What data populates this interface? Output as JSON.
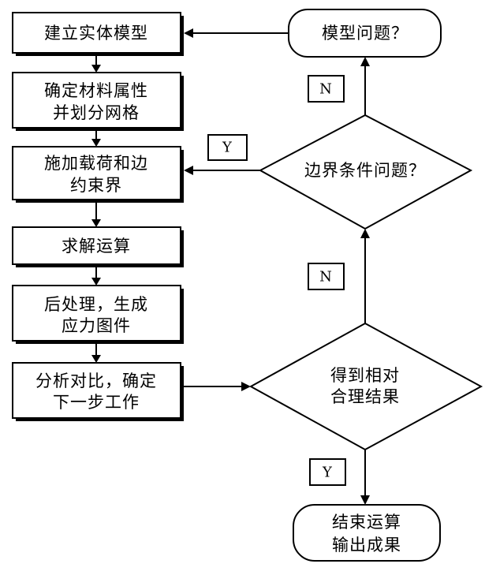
{
  "steps": {
    "build_model": "建立实体模型",
    "material_line1": "确定材料属性",
    "material_line2": "并划分网格",
    "loads_line1": "施加载荷和边",
    "loads_line2": "约束界",
    "solve": "求解运算",
    "postprocess_line1": "后处理，生成",
    "postprocess_line2": "应力图件",
    "analyze_line1": "分析对比，确定",
    "analyze_line2": "下一步工作"
  },
  "decisions": {
    "model_problem": "模型问题？",
    "boundary_problem": "边界条件问题？",
    "reasonable_line1": "得到相对",
    "reasonable_line2": "合理结果"
  },
  "terminal": {
    "line1": "结束运算",
    "line2": "输出成果"
  },
  "branch_labels": {
    "boundary_no": "N",
    "boundary_yes": "Y",
    "result_no": "N",
    "result_yes": "Y"
  }
}
